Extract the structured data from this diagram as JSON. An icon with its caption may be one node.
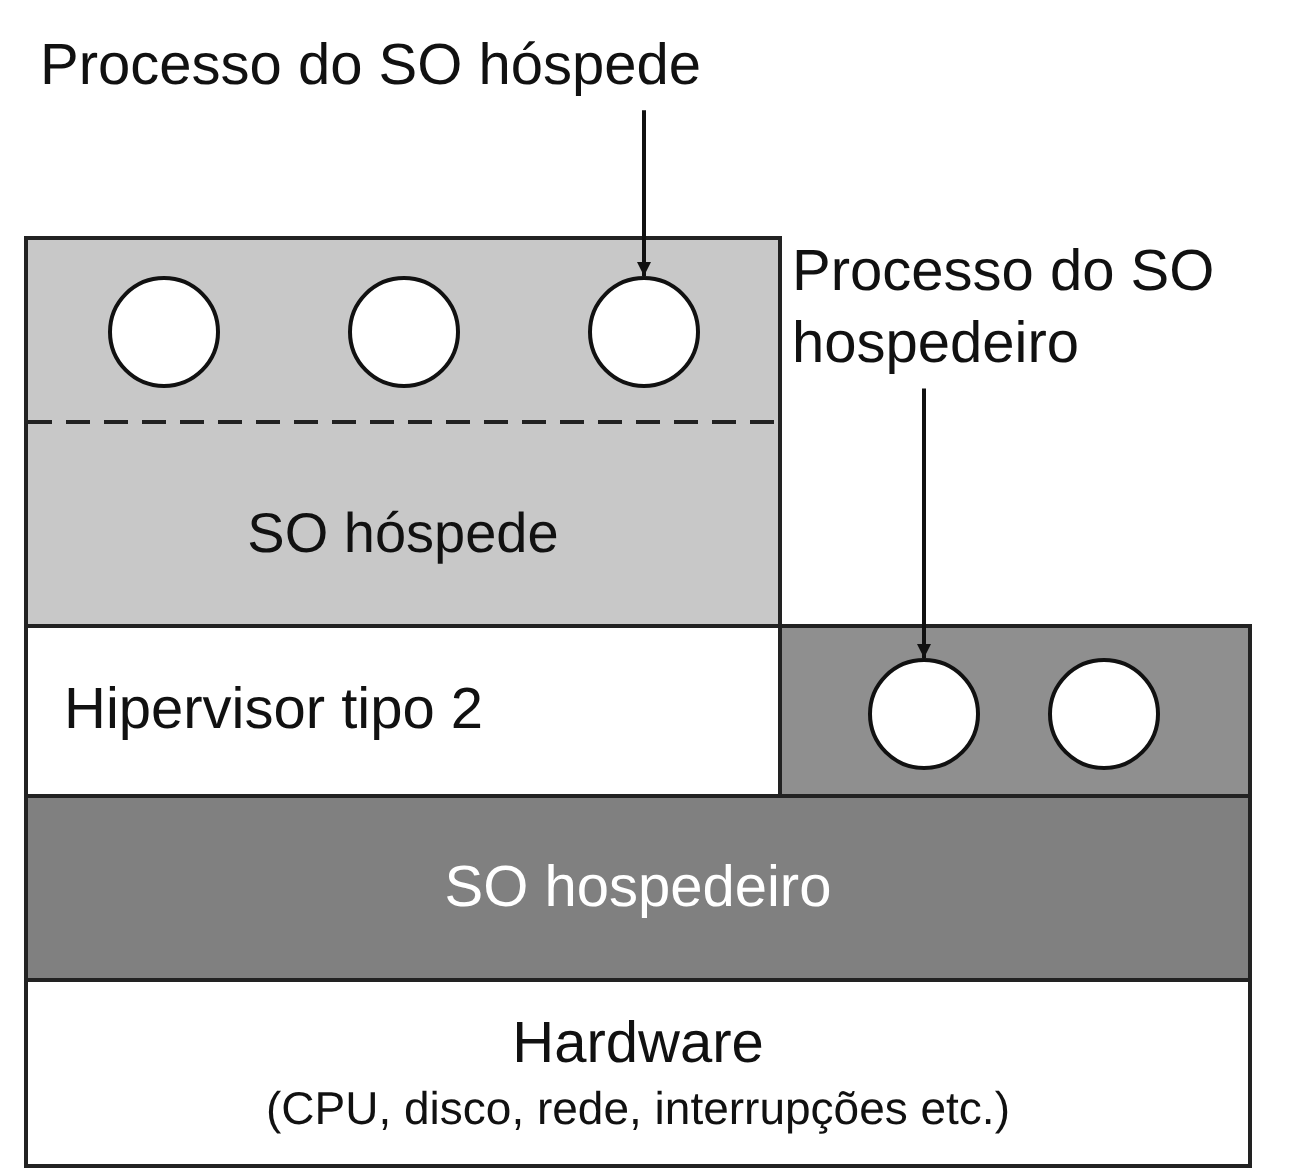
{
  "diagram": {
    "nodes": [
      {
        "text": [
          "SO hóspede"
        ]
      },
      {
        "text": [],
        "shape": "circle",
        "in": 0
      },
      {
        "text": [],
        "shape": "circle",
        "in": 0
      },
      {
        "text": [],
        "shape": "circle",
        "in": 0
      },
      {
        "text": [
          "Hipervisor tipo 2"
        ]
      },
      {
        "text": [],
        "shape": "box"
      },
      {
        "text": [],
        "shape": "circle",
        "in": 5
      },
      {
        "text": [],
        "shape": "circle",
        "in": 5
      },
      {
        "text": [
          "SO hospedeiro"
        ]
      },
      {
        "text": [
          "Hardware",
          "(CPU, disco, rede, interrupções etc.)"
        ]
      },
      {
        "text": [
          "Processo do SO hóspede"
        ]
      },
      {
        "text": [
          "Processo do SO hospedeiro"
        ]
      }
    ],
    "edges": [
      {
        "from": 10,
        "to": 3,
        "arrow": "to"
      },
      {
        "from": 11,
        "to": 6,
        "arrow": "to"
      }
    ]
  }
}
